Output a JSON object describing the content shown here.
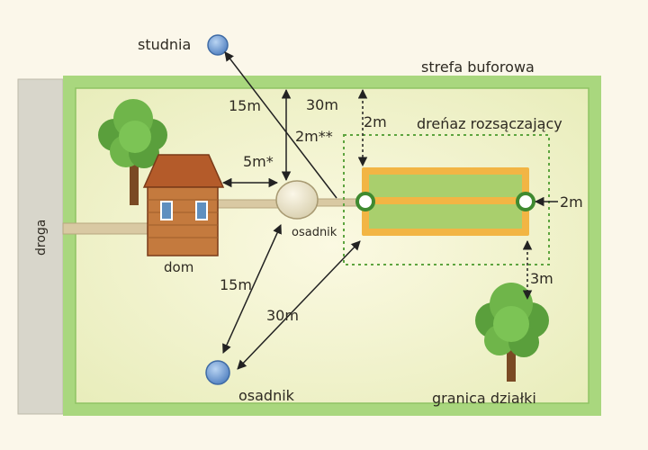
{
  "labels": {
    "studnia": "studnia",
    "strefa": "strefa buforowa",
    "dist_15m_top": "15m",
    "dist_30m_top": "30m",
    "dist_2m_star": "2m**",
    "dist_2m_top": "2m",
    "drenaz": "dreńaz rozsączający",
    "dist_5m": "5m*",
    "dist_2m_right": "2m",
    "osadnik_center": "osadnik",
    "droga": "droga",
    "dom": "dom",
    "dist_3m": "3m",
    "dist_15m_bottom": "15m",
    "dist_30m_bottom": "30m",
    "osadnik_bottom": "osadnik",
    "granica": "granica działki"
  },
  "colors": {
    "background": "#fbf7ea",
    "buffer_zone": "#a9d77e",
    "plot": "#f1f0c6",
    "road": "#d8d6cb",
    "well_blue": "#6f9fd6",
    "drain_orange": "#f2b544",
    "pipe": "#d9c9a3",
    "tree_green": "#6fb54a",
    "house_wood": "#c47a3e",
    "arrow": "#222222"
  }
}
